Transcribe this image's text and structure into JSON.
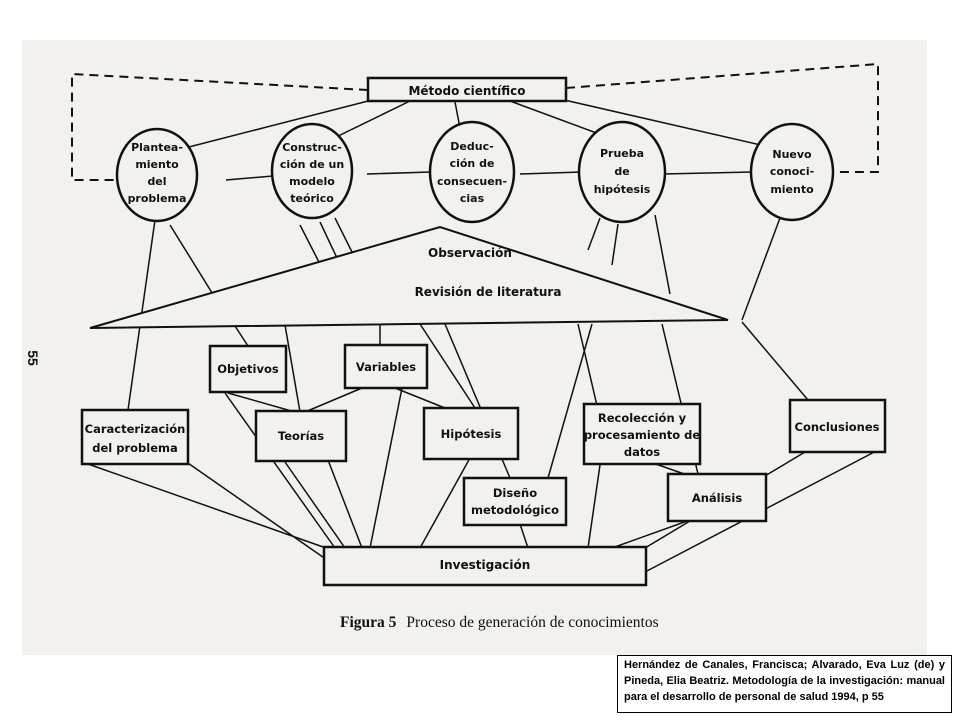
{
  "page_number": "55",
  "top_box": "Método científico",
  "circles": [
    {
      "lines": [
        "Plantea-",
        "miento",
        "del",
        "problema"
      ]
    },
    {
      "lines": [
        "Construc-",
        "ción de un",
        "modelo",
        "teórico"
      ]
    },
    {
      "lines": [
        "Deduc-",
        "ción de",
        "consecuen-",
        "cias"
      ]
    },
    {
      "lines": [
        "Prueba",
        "de",
        "hipótesis"
      ]
    },
    {
      "lines": [
        "Nuevo",
        "conoci-",
        "miento"
      ]
    }
  ],
  "triangle": {
    "observation": "Observación",
    "literature": "Revisión de literatura"
  },
  "boxes": {
    "objetivos": [
      "Objetivos"
    ],
    "variables": [
      "Variables"
    ],
    "caracterizacion": [
      "Caracterización",
      "del problema"
    ],
    "teorias": [
      "Teorías"
    ],
    "hipotesis": [
      "Hipótesis"
    ],
    "recoleccion": [
      "Recolección y",
      "procesamiento de",
      "datos"
    ],
    "conclusiones": [
      "Conclusiones"
    ],
    "diseno": [
      "Diseño",
      "metodológico"
    ],
    "analisis": [
      "Análisis"
    ],
    "investigacion": [
      "Investigación"
    ]
  },
  "caption": {
    "number": "Figura 5",
    "text": "Proceso de generación de conocimientos"
  },
  "citation": "Hernández de Canales, Francisca;  Alvarado, Eva Luz  (de) y Pineda, Elia Beatriz. Metodología de la investigación: manual para el desarrollo de personal de salud 1994, p 55"
}
